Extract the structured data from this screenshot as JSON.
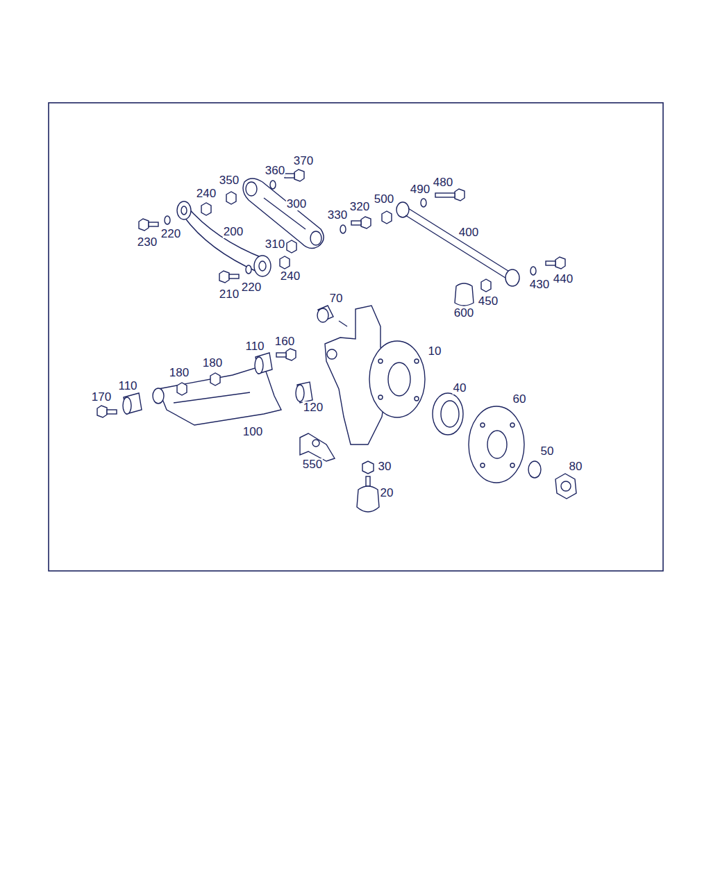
{
  "diagram": {
    "labels": [
      "370",
      "360",
      "350",
      "240",
      "300",
      "480",
      "490",
      "500",
      "320",
      "330",
      "400",
      "230",
      "220",
      "200",
      "310",
      "240",
      "210",
      "220",
      "440",
      "430",
      "450",
      "600",
      "70",
      "10",
      "110",
      "160",
      "180",
      "180",
      "110",
      "170",
      "40",
      "60",
      "120",
      "100",
      "550",
      "50",
      "30",
      "80",
      "20"
    ]
  }
}
